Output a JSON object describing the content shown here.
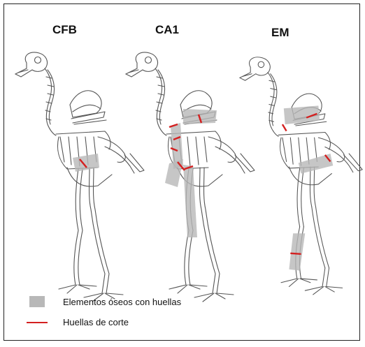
{
  "panels": [
    {
      "id": "cfb",
      "title": "CFB"
    },
    {
      "id": "ca1",
      "title": "CA1"
    },
    {
      "id": "em",
      "title": "EM"
    }
  ],
  "legend": {
    "bone_label": "Elementos óseos con huellas",
    "cut_label": "Huellas de corte"
  },
  "colors": {
    "bone_outline": "#555555",
    "marked_bone": "#b8b8b8",
    "cut_mark": "#d42020"
  }
}
